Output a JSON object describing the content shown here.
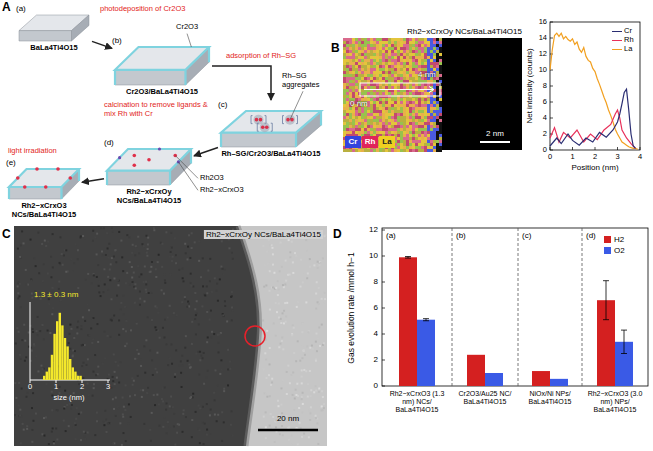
{
  "diagram": {
    "nodes": [
      {
        "text": [
          "(a)",
          "BaLa4Ti4O15"
        ]
      },
      {
        "text": [
          "(b)",
          "Cr2O3/BaLa4Ti4O15"
        ]
      },
      {
        "text": [
          "(c)",
          "Rh–SG/Cr2O3/BaLa4Ti4O15"
        ]
      },
      {
        "text": [
          "(d)",
          "Rh2−xCrxOy NCs/BaLa4Ti4O15"
        ]
      },
      {
        "text": [
          "(e)",
          "Rh2−xCrxO3 NCs/BaLa4Ti4O15"
        ]
      }
    ],
    "edges": [
      {
        "from": 0,
        "to": 1,
        "label": "photodeposition of Cr2O3",
        "arrow": "to"
      },
      {
        "from": 1,
        "to": 2,
        "label": "adsorption of Rh–SG",
        "arrow": "to"
      },
      {
        "from": 2,
        "to": 3,
        "label": "calcination to remove ligands & mix Rh with Cr",
        "arrow": "to"
      },
      {
        "from": 3,
        "to": 4,
        "label": "light irradiation",
        "arrow": "to"
      }
    ],
    "labels": [
      "A",
      "Cr2O3",
      "Rh–SG aggregates",
      "Rh2O3",
      "Rh2−xCrxO3",
      "B",
      "Rh2−xCrxOy NCs/BaLa4Ti4O15",
      "0 nm",
      "4 nm",
      "2 nm",
      "16",
      "14",
      "12",
      "10",
      "8",
      "6",
      "4",
      "2",
      "0",
      "0",
      "1",
      "2",
      "3",
      "4",
      "Net intensity (counts)",
      "Position (nm)",
      "C",
      "Rh2−xCrxOy NCs/BaLa4Ti4O15",
      "1.3 ± 0.3 nm",
      "0",
      "1",
      "2",
      "3",
      "size (nm)",
      "20 nm",
      "D",
      "12",
      "10",
      "8",
      "6",
      "4",
      "2",
      "0",
      "Gas evolution rate /mmol h−1",
      "(a)",
      "(b)",
      "(c)",
      "(d)",
      "Rh2−xCrxO3 (1.3 nm) NCs/ BaLa4Ti4O15",
      "Cr2O3/Au25 NC/ BaLa4Ti4O15",
      "NiOx/Ni NPs/ BaLa4Ti4O15",
      "Rh2−xCrxO3 (3.0 nm) NPs/ BaLa4Ti4O15"
    ],
    "legend": [
      {
        "text": "Cr",
        "color": "#3344dd"
      },
      {
        "text": "Rh",
        "color": "#e0245a"
      },
      {
        "text": "La",
        "color": "#f0d020"
      },
      {
        "text": "Cr"
      },
      {
        "text": "Rh"
      },
      {
        "text": "La"
      },
      {
        "text": "H2",
        "color": "#d42020"
      },
      {
        "text": "O2",
        "color": "#3a5ae6"
      }
    ]
  }
}
